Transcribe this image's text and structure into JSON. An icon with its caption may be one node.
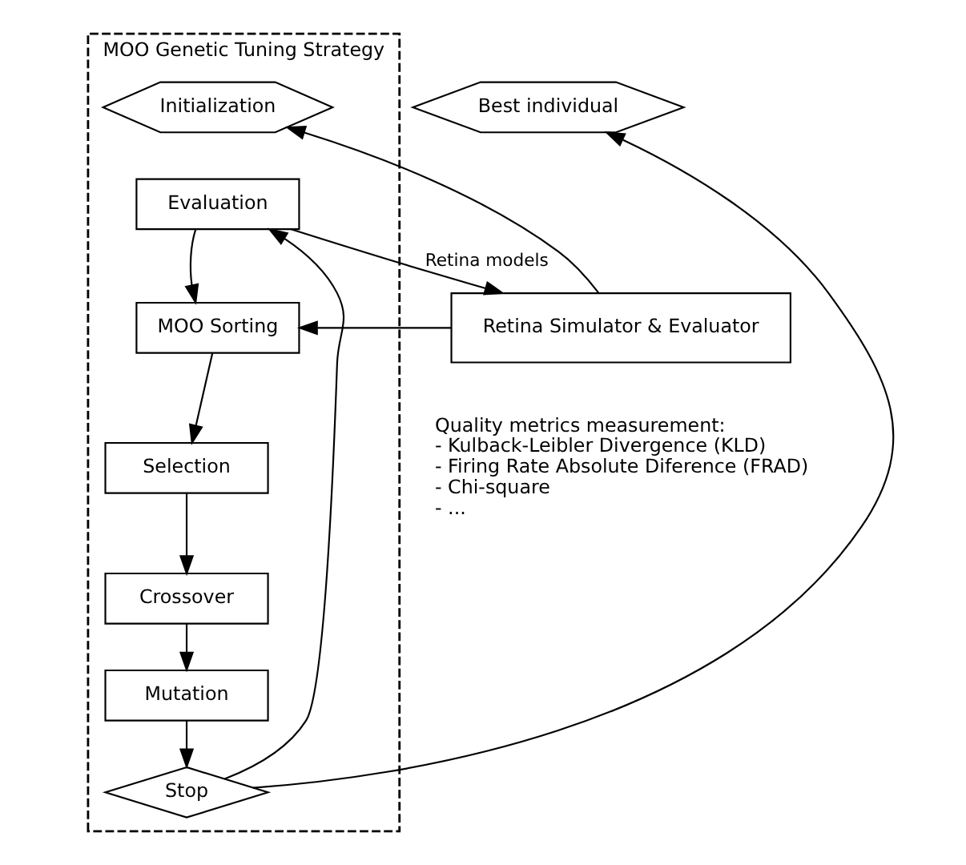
{
  "diagram": {
    "nodes": [
      {
        "text": [
          "MOO Genetic Tuning Strategy"
        ]
      },
      {
        "text": [
          "Initialization"
        ],
        "in": 0
      },
      {
        "text": [
          "Evaluation"
        ],
        "in": 0
      },
      {
        "text": [
          "MOO Sorting"
        ],
        "in": 0
      },
      {
        "text": [
          "Selection"
        ],
        "in": 0
      },
      {
        "text": [
          "Crossover"
        ],
        "in": 0
      },
      {
        "text": [
          "Mutation"
        ],
        "in": 0
      },
      {
        "text": [
          "Stop"
        ],
        "in": 0
      },
      {
        "text": [
          "Retina Simulator & Evaluator"
        ]
      },
      {
        "text": [
          "Best individual"
        ]
      }
    ],
    "edges": [
      {
        "from": 8,
        "to": 1,
        "arrow": "to"
      },
      {
        "from": 2,
        "to": 8,
        "arrow": "to",
        "label": "Retina models"
      },
      {
        "from": 8,
        "to": 3,
        "arrow": "to"
      },
      {
        "from": 2,
        "to": 3,
        "arrow": "to"
      },
      {
        "from": 3,
        "to": 4,
        "arrow": "to"
      },
      {
        "from": 4,
        "to": 5,
        "arrow": "to"
      },
      {
        "from": 5,
        "to": 6,
        "arrow": "to"
      },
      {
        "from": 6,
        "to": 7,
        "arrow": "to"
      },
      {
        "from": 7,
        "to": 2,
        "arrow": "to"
      },
      {
        "from": 7,
        "to": 9,
        "arrow": "to"
      }
    ],
    "labels": [
      "Quality metrics measurement:",
      "- Kulback-Leibler Divergence (KLD)",
      "- Firing Rate Absolute Diference (FRAD)",
      "- Chi-square",
      "- ..."
    ]
  }
}
